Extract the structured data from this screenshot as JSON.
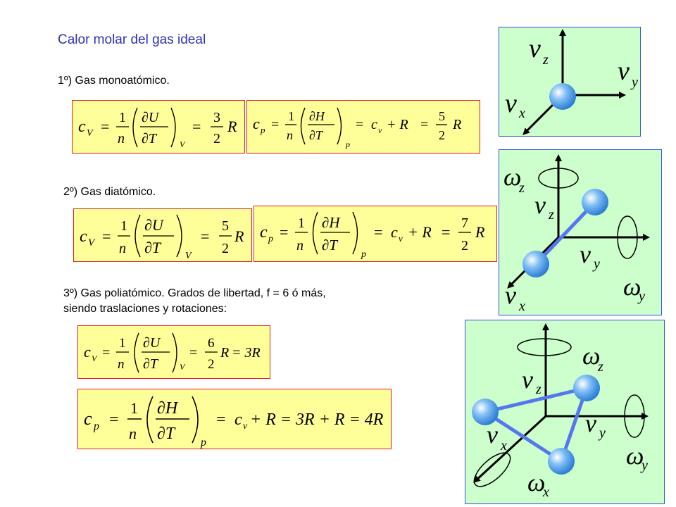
{
  "title": "Calor molar del gas ideal",
  "sections": {
    "mono": "1º) Gas monoatómico.",
    "di": "2º) Gas diatómico.",
    "poly_line1": "3º) Gas poliatómico. Grados de libertad, f = 6 ó más,",
    "poly_line2": "siendo traslaciones y rotaciones:"
  },
  "formulas": {
    "mono_cv": {
      "lhs": "c",
      "lhs_sub": "V",
      "frac_num": "1",
      "frac_den": "n",
      "deriv_num": "∂U",
      "deriv_den": "∂T",
      "deriv_sub": "V",
      "res_num": "3",
      "res_den": "2",
      "res_var": "R"
    },
    "mono_cp": {
      "lhs": "c",
      "lhs_sub": "p",
      "frac_num": "1",
      "frac_den": "n",
      "deriv_num": "∂H",
      "deriv_den": "∂T",
      "deriv_sub": "p",
      "mid": "c",
      "mid_sub": "v",
      "plus": "+ R",
      "res_num": "5",
      "res_den": "2",
      "res_var": "R"
    },
    "di_cv": {
      "lhs": "c",
      "lhs_sub": "V",
      "frac_num": "1",
      "frac_den": "n",
      "deriv_num": "∂U",
      "deriv_den": "∂T",
      "deriv_sub": "V",
      "res_num": "5",
      "res_den": "2",
      "res_var": "R"
    },
    "di_cp": {
      "lhs": "c",
      "lhs_sub": "p",
      "frac_num": "1",
      "frac_den": "n",
      "deriv_num": "∂H",
      "deriv_den": "∂T",
      "deriv_sub": "p",
      "mid": "c",
      "mid_sub": "v",
      "plus": "+ R",
      "res_num": "7",
      "res_den": "2",
      "res_var": "R"
    },
    "poly_cv": {
      "lhs": "c",
      "lhs_sub": "V",
      "frac_num": "1",
      "frac_den": "n",
      "deriv_num": "∂U",
      "deriv_den": "∂T",
      "deriv_sub": "V",
      "res_num": "6",
      "res_den": "2",
      "res_var": "R",
      "tail": "= 3R"
    },
    "poly_cp": {
      "lhs": "c",
      "lhs_sub": "p",
      "frac_num": "1",
      "frac_den": "n",
      "deriv_num": "∂H",
      "deriv_den": "∂T",
      "deriv_sub": "p",
      "mid": "c",
      "mid_sub": "v",
      "tail": "+ R = 3R + R = 4R"
    }
  },
  "diagrams": {
    "mono": {
      "vz": "v",
      "vz_sub": "z",
      "vy": "v",
      "vy_sub": "y",
      "vx": "v",
      "vx_sub": "x"
    },
    "di": {
      "wz": "ω",
      "wz_sub": "z",
      "vz": "v",
      "vz_sub": "z",
      "vy": "v",
      "vy_sub": "y",
      "wy": "ω",
      "wy_sub": "y",
      "vx": "v",
      "vx_sub": "x"
    },
    "poly": {
      "wz": "ω",
      "wz_sub": "z",
      "vz": "v",
      "vz_sub": "z",
      "vy": "v",
      "vy_sub": "y",
      "vx": "v",
      "vx_sub": "x",
      "wy": "ω",
      "wy_sub": "y",
      "wx": "ω",
      "wx_sub": "x"
    }
  },
  "colors": {
    "formula_bg": "#ffff99",
    "formula_border": "#e02020",
    "panel_bg": "#ccffcc",
    "panel_border": "#3355dd",
    "title": "#2f2fb8",
    "ball": "#5aa7f0",
    "bond": "#5577ee"
  }
}
